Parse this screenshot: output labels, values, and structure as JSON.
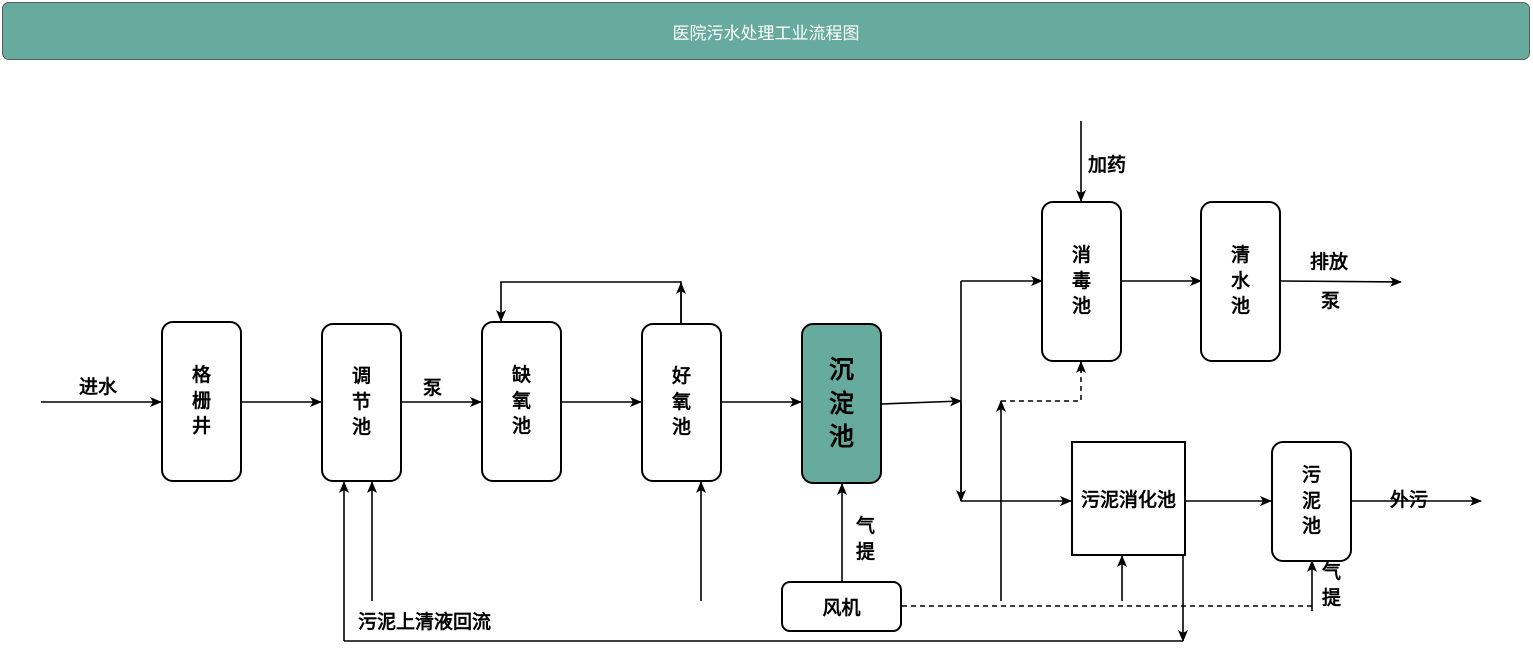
{
  "title": "医院污水处理工业流程图",
  "colors": {
    "accent": "#67ab9f",
    "line": "#000000"
  },
  "units": {
    "grille": "格栅井",
    "regulating": "调节池",
    "anoxic": "缺氧池",
    "aerobic": "好氧池",
    "sedimentation": "沉淀池",
    "disinfection": "消毒池",
    "clear_water": "清水池",
    "sludge_digestion": "污泥消化池",
    "sludge_tank": "污泥池",
    "blower": "风机"
  },
  "labels": {
    "inflow": "进水",
    "pump": "泵",
    "dosing": "加药",
    "discharge": "排放",
    "discharge_pump": "泵",
    "air_lift_1": "气提",
    "air_lift_2": "气提",
    "sludge_out": "外污",
    "reflux": "污泥上清液回流"
  }
}
